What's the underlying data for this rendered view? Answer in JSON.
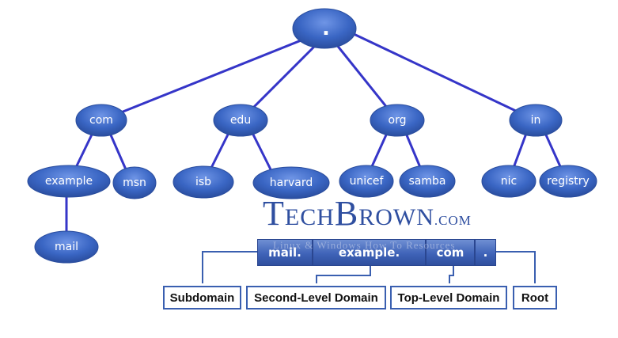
{
  "tree": {
    "root": ".",
    "tld": [
      "com",
      "edu",
      "org",
      "in"
    ],
    "second": [
      "example",
      "msn",
      "isb",
      "harvard",
      "unicef",
      "samba",
      "nic",
      "registry"
    ],
    "third": [
      "mail"
    ]
  },
  "logo": {
    "t": "T",
    "ech": "ECH",
    "b": "B",
    "rown": "ROWN",
    "com": ".COM",
    "tagline": "Linux & Windows How To Resources"
  },
  "domain_bar": {
    "segments": [
      "mail.",
      "example.",
      "com",
      "."
    ]
  },
  "labels": {
    "subdomain": "Subdomain",
    "second_level": "Second-Level Domain",
    "top_level": "Top-Level Domain",
    "root": "Root"
  },
  "colors": {
    "node_fill": "#3a66c4",
    "line": "#3535c8",
    "accent": "#2f4fa0"
  }
}
